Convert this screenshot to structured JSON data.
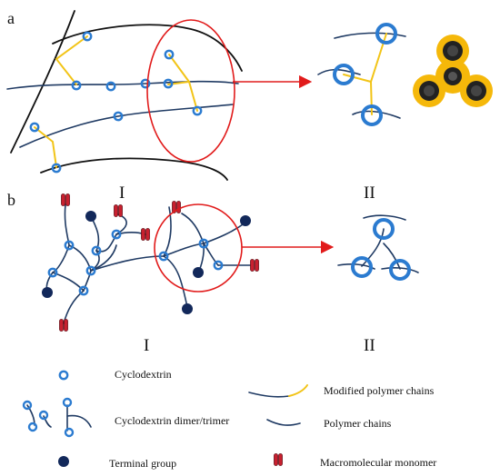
{
  "panels": {
    "a": {
      "letter": "a",
      "left_label": "I",
      "right_label": "II"
    },
    "b": {
      "letter": "b",
      "left_label": "I",
      "right_label": "II"
    }
  },
  "legend": {
    "cyclodextrin": "Cyclodextrin",
    "dimer_trimer": "Cyclodextrin dimer/trimer",
    "terminal_group": "Terminal group",
    "modified_chains": "Modified polymer chains",
    "polymer_chains": "Polymer chains",
    "macromonomer": "Macromolecular monomer"
  },
  "colors": {
    "polymer_chain": "#1f3a63",
    "modified_link": "#f2c417",
    "cyclodextrin": "#2b7bd0",
    "highlight": "#e11b1b",
    "terminal_group": "#12285a",
    "macromonomer": "#c8202f",
    "spinner_body": "#f5b80a"
  },
  "icons": [
    "fidget-spinner-icon"
  ]
}
